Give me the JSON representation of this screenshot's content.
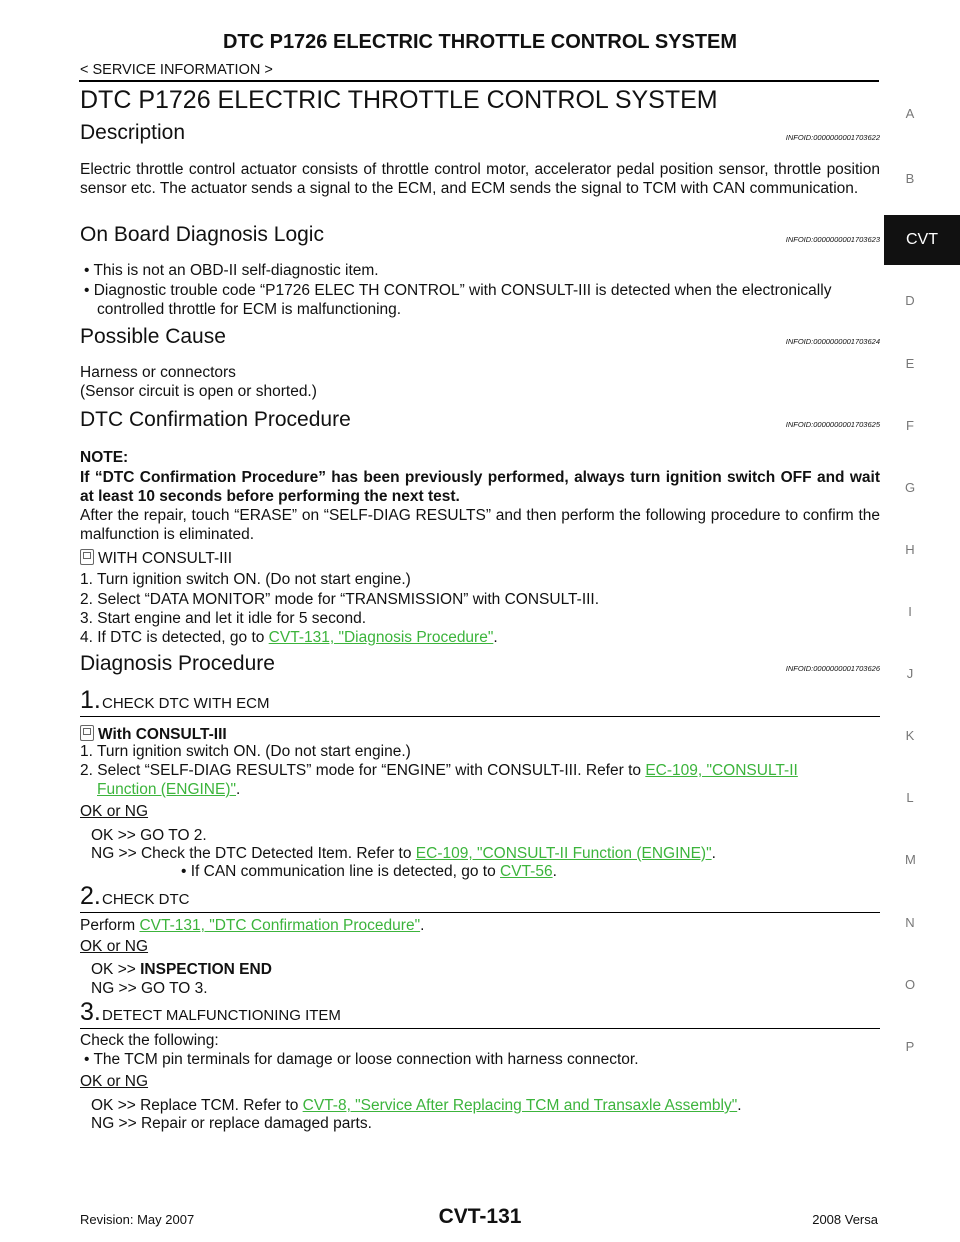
{
  "header": {
    "title": "DTC P1726 ELECTRIC THROTTLE CONTROL SYSTEM",
    "subtitle": "< SERVICE INFORMATION >"
  },
  "main_title": "DTC P1726 ELECTRIC THROTTLE CONTROL SYSTEM",
  "sections": {
    "description": {
      "heading": "Description",
      "infoid": "INFOID:0000000001703622",
      "text": "Electric throttle control actuator consists of throttle control motor, accelerator pedal position sensor, throttle position sensor etc. The actuator sends a signal to the ECM, and ECM sends the signal to TCM with CAN communication."
    },
    "obd": {
      "heading": "On Board Diagnosis Logic",
      "infoid": "INFOID:0000000001703623",
      "bullet1": "• This is not an OBD-II self-diagnostic item.",
      "bullet2a": "• Diagnostic trouble code “P1726 ELEC TH CONTROL” with CONSULT-III is detected when the electronically",
      "bullet2b": "controlled throttle for ECM is malfunctioning."
    },
    "cause": {
      "heading": "Possible Cause",
      "infoid": "INFOID:0000000001703624",
      "line1": "Harness or connectors",
      "line2": "(Sensor circuit is open or shorted.)"
    },
    "confirm": {
      "heading": "DTC Confirmation Procedure",
      "infoid": "INFOID:0000000001703625",
      "note_label": "NOTE:",
      "note_bold": "If “DTC Confirmation Procedure” has been previously performed, always turn ignition switch OFF and wait at least 10 seconds before performing the next test.",
      "note_text": "After the repair, touch “ERASE” on “SELF-DIAG RESULTS” and then perform the following procedure to confirm the malfunction is eliminated.",
      "with_label": "WITH CONSULT-III",
      "step1": "1.  Turn ignition switch ON. (Do not start engine.)",
      "step2": "2.  Select “DATA MONITOR” mode for “TRANSMISSION” with CONSULT-III.",
      "step3": "3.  Start engine and let it idle for 5 second.",
      "step4_pre": "4.  If DTC is detected, go to ",
      "step4_link": "CVT-131, \"Diagnosis Procedure\"",
      "step4_post": "."
    },
    "diag": {
      "heading": "Diagnosis Procedure",
      "infoid": "INFOID:0000000001703626",
      "s1_num": "1.",
      "s1_title": "CHECK DTC WITH ECM",
      "s1_with": "With CONSULT-III",
      "s1_step1": "1.  Turn ignition switch ON. (Do not start engine.)",
      "s1_step2_pre": "2.  Select “SELF-DIAG RESULTS” mode for “ENGINE” with CONSULT-III. Refer to ",
      "s1_step2_link_a": "EC-109, \"CONSULT-II",
      "s1_step2_link_b": "Function (ENGINE)\"",
      "s1_step2_post": ".",
      "s1_oklabel": "OK or NG",
      "s1_ok": "OK      >> GO TO 2.",
      "s1_ng_pre": "NG      >>  Check the DTC Detected Item. Refer to ",
      "s1_ng_link": "EC-109, \"CONSULT-II Function (ENGINE)\"",
      "s1_ng_post": ".",
      "s1_ng2_pre": "• If CAN communication line is detected, go to ",
      "s1_ng2_link": "CVT-56",
      "s1_ng2_post": ".",
      "s2_num": "2.",
      "s2_title": "CHECK DTC",
      "s2_pre": "Perform ",
      "s2_link": "CVT-131, \"DTC Confirmation Procedure\"",
      "s2_post": ".",
      "s2_oklabel": "OK or NG",
      "s2_ok_pre": "OK      >> ",
      "s2_ok_bold": "INSPECTION END",
      "s2_ng": "NG      >> GO TO 3.",
      "s3_num": "3.",
      "s3_title": "DETECT MALFUNCTIONING ITEM",
      "s3_line1": "Check the following:",
      "s3_line2": "• The TCM pin terminals for damage or loose connection with harness connector.",
      "s3_oklabel": "OK or NG",
      "s3_ok_pre": "OK      >> Replace TCM. Refer to ",
      "s3_ok_link": "CVT-8, \"Service After Replacing TCM and Transaxle Assembly\"",
      "s3_ok_post": ".",
      "s3_ng": "NG      >> Repair or replace damaged parts."
    }
  },
  "side_index": [
    "A",
    "B",
    "CVT",
    "D",
    "E",
    "F",
    "G",
    "H",
    "I",
    "J",
    "K",
    "L",
    "M",
    "N",
    "O",
    "P"
  ],
  "footer": {
    "revision": "Revision: May 2007",
    "page": "CVT-131",
    "model": "2008 Versa"
  },
  "colors": {
    "link": "#3cb43c",
    "tab_bg": "#111111"
  }
}
